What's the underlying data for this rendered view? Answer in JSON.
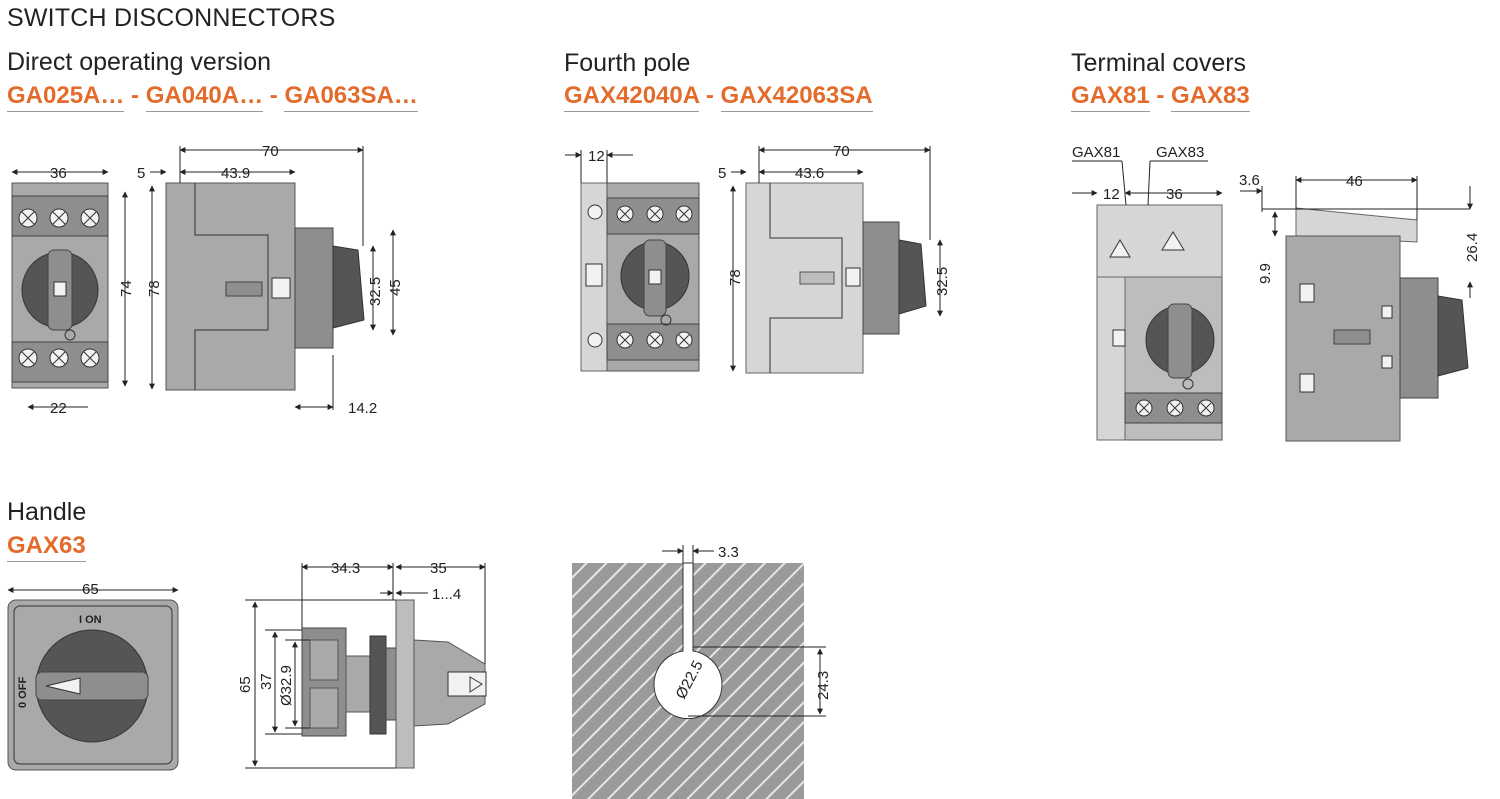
{
  "page_title": "SWITCH DISCONNECTORS",
  "sections": {
    "direct": {
      "title": "Direct operating version",
      "codes": [
        "GA025A…",
        "GA040A…",
        "GA063SA…"
      ],
      "separator": "-"
    },
    "fourth_pole": {
      "title": "Fourth pole",
      "codes": [
        "GAX42040A",
        "GAX42063SA"
      ],
      "separator": "-"
    },
    "terminal_covers": {
      "title": "Terminal covers",
      "codes": [
        "GAX81",
        "GAX83"
      ],
      "separator": "-"
    },
    "handle": {
      "title": "Handle",
      "codes": [
        "GAX63"
      ]
    }
  },
  "dimensions": {
    "direct_front": {
      "width": "36",
      "height": "74",
      "bottom": "22"
    },
    "direct_side": {
      "total": "70",
      "offset": "5",
      "depth": "43.9",
      "height": "78",
      "h1": "32.5",
      "h2": "45",
      "bottom": "14.2"
    },
    "fourth_front": {
      "width": "12"
    },
    "fourth_side": {
      "total": "70",
      "offset": "5",
      "depth": "43.6",
      "height": "78",
      "h1": "32.5"
    },
    "covers_front": {
      "label_a": "GAX81",
      "label_b": "GAX83",
      "w1": "12",
      "w2": "36"
    },
    "covers_side": {
      "offset": "3.6",
      "depth": "46",
      "h1": "9.9",
      "h2": "26.4"
    },
    "handle_front": {
      "width": "65",
      "label_on": "I ON",
      "label_off": "0 OFF"
    },
    "handle_side": {
      "d1": "34.3",
      "d2": "35",
      "d3": "1...4",
      "height": "65",
      "h37": "37",
      "dia": "Ø32.9"
    },
    "cutout": {
      "w": "3.3",
      "dia": "Ø22.5",
      "h": "24.3"
    }
  }
}
